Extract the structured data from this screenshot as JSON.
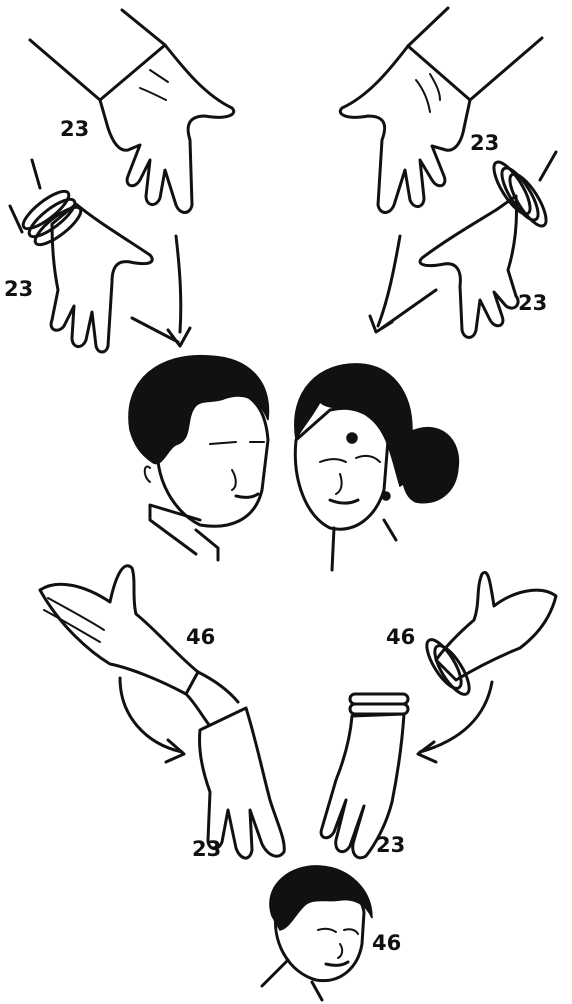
{
  "labels": {
    "father_hand_left": "23",
    "father_hand_right": "23",
    "mother_hand_left": "23",
    "mother_hand_right": "23",
    "father_cell": "46",
    "mother_cell": "46",
    "child_hand_left": "23",
    "child_hand_right": "23",
    "child_cell": "46"
  },
  "colors": {
    "ink": "#111111",
    "background": "#ffffff"
  }
}
